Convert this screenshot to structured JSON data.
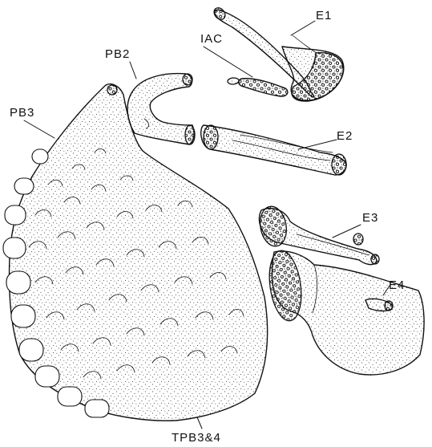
{
  "figure": {
    "labels": {
      "e1": "E1",
      "iac": "IAC",
      "pb2": "PB2",
      "pb3": "PB3",
      "e2": "E2",
      "e3": "E3",
      "e4": "E4",
      "tpb": "TPB3&4"
    },
    "colors": {
      "ink": "#111111",
      "paper": "#ffffff"
    }
  }
}
